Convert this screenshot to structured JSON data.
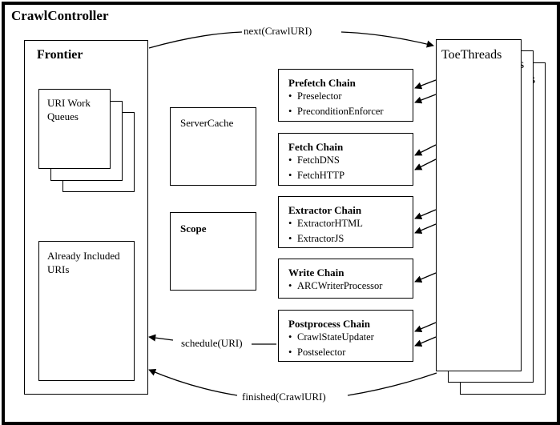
{
  "diagram": {
    "title": "CrawlController",
    "frontier": {
      "title": "Frontier",
      "queues_label": "URI Work Queues",
      "included_label": "Already Included URIs"
    },
    "server_cache": "ServerCache",
    "scope": "Scope",
    "toe_threads": {
      "title": "ToeThreads",
      "back1_fragment": "ds",
      "back2_fragment": "ds"
    },
    "chains": [
      {
        "title": "Prefetch Chain",
        "items": [
          "Preselector",
          "PreconditionEnforcer"
        ]
      },
      {
        "title": "Fetch Chain",
        "items": [
          "FetchDNS",
          "FetchHTTP"
        ]
      },
      {
        "title": "Extractor Chain",
        "items": [
          "ExtractorHTML",
          "ExtractorJS"
        ]
      },
      {
        "title": "Write Chain",
        "items": [
          "ARCWriterProcessor"
        ]
      },
      {
        "title": "Postprocess Chain",
        "items": [
          "CrawlStateUpdater",
          "Postselector"
        ]
      }
    ],
    "bullet": "•",
    "edges": {
      "next": "next(CrawlURI)",
      "schedule": "schedule(URI)",
      "finished": "finished(CrawlURI)"
    }
  }
}
